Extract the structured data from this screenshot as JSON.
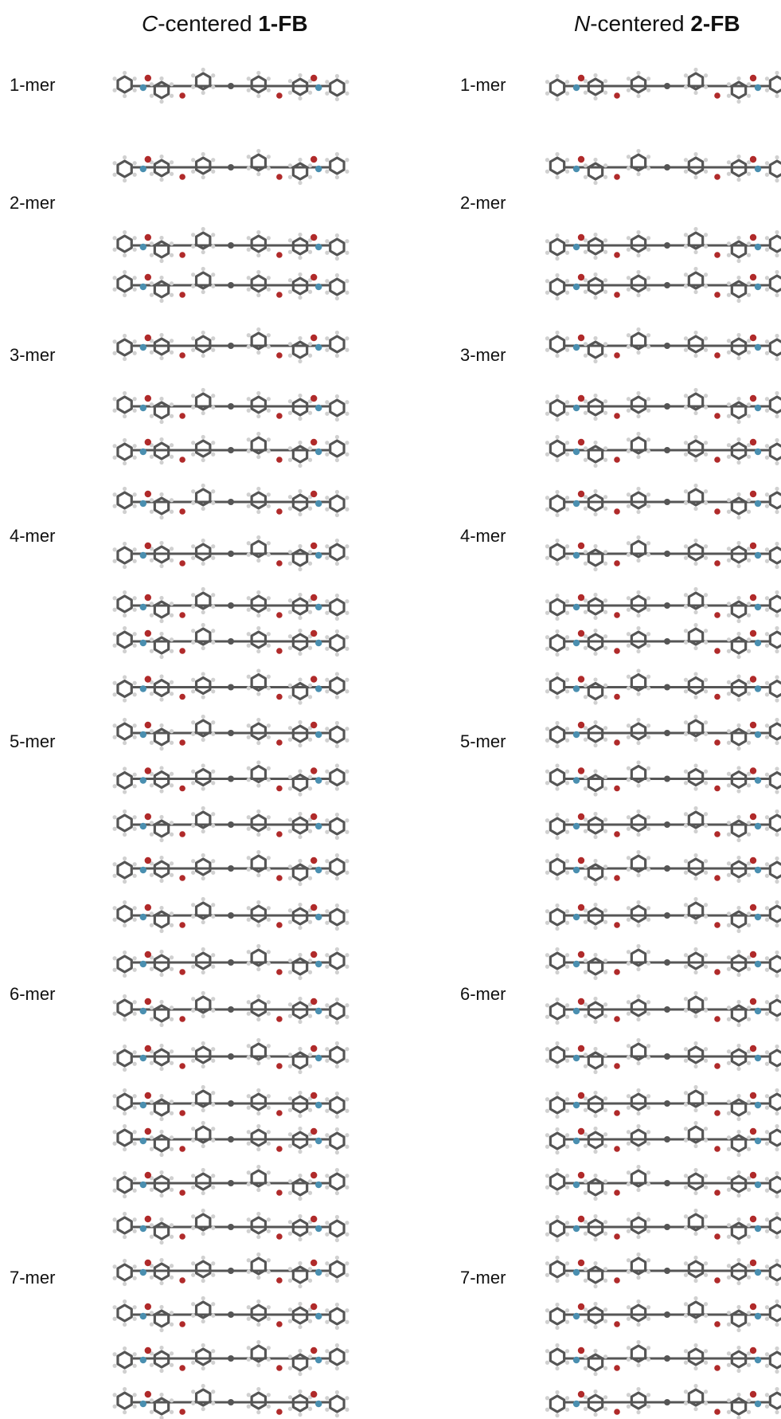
{
  "columns": [
    {
      "id": "left",
      "prefix": "C",
      "middle": "-centered ",
      "compound": "1-FB"
    },
    {
      "id": "right",
      "prefix": "N",
      "middle": "-centered ",
      "compound": "2-FB"
    }
  ],
  "rows": [
    {
      "label": "1-mer",
      "n": 1
    },
    {
      "label": "2-mer",
      "n": 2
    },
    {
      "label": "3-mer",
      "n": 3
    },
    {
      "label": "4-mer",
      "n": 4
    },
    {
      "label": "5-mer",
      "n": 5
    },
    {
      "label": "6-mer",
      "n": 6
    },
    {
      "label": "7-mer",
      "n": 7
    }
  ],
  "atom_colors": {
    "carbon": "#555555",
    "hydrogen": "#d0d0d0",
    "nitrogen": "#4a8fb0",
    "oxygen": "#b02a2a"
  }
}
